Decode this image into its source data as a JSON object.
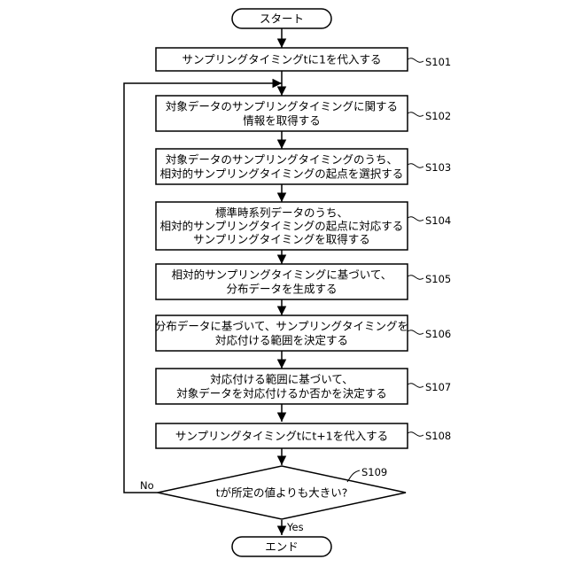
{
  "flowchart": {
    "start": "スタート",
    "end": "エンド",
    "steps": [
      {
        "id": "S101",
        "lines": [
          "サンプリングタイミングtに1を代入する"
        ]
      },
      {
        "id": "S102",
        "lines": [
          "対象データのサンプリングタイミングに関する",
          "情報を取得する"
        ]
      },
      {
        "id": "S103",
        "lines": [
          "対象データのサンプリングタイミングのうち、",
          "相対的サンプリングタイミングの起点を選択する"
        ]
      },
      {
        "id": "S104",
        "lines": [
          "標準時系列データのうち、",
          "相対的サンプリングタイミングの起点に対応する",
          "サンプリングタイミングを取得する"
        ]
      },
      {
        "id": "S105",
        "lines": [
          "相対的サンプリングタイミングに基づいて、",
          "分布データを生成する"
        ]
      },
      {
        "id": "S106",
        "lines": [
          "分布データに基づいて、サンプリングタイミングを",
          "対応付ける範囲を決定する"
        ]
      },
      {
        "id": "S107",
        "lines": [
          "対応付ける範囲に基づいて、",
          "対象データを対応付けるか否かを決定する"
        ]
      },
      {
        "id": "S108",
        "lines": [
          "サンプリングタイミングtにt+1を代入する"
        ]
      }
    ],
    "decision": {
      "id": "S109",
      "text": "tが所定の値よりも大きい?",
      "no_label": "No",
      "yes_label": "Yes"
    }
  }
}
